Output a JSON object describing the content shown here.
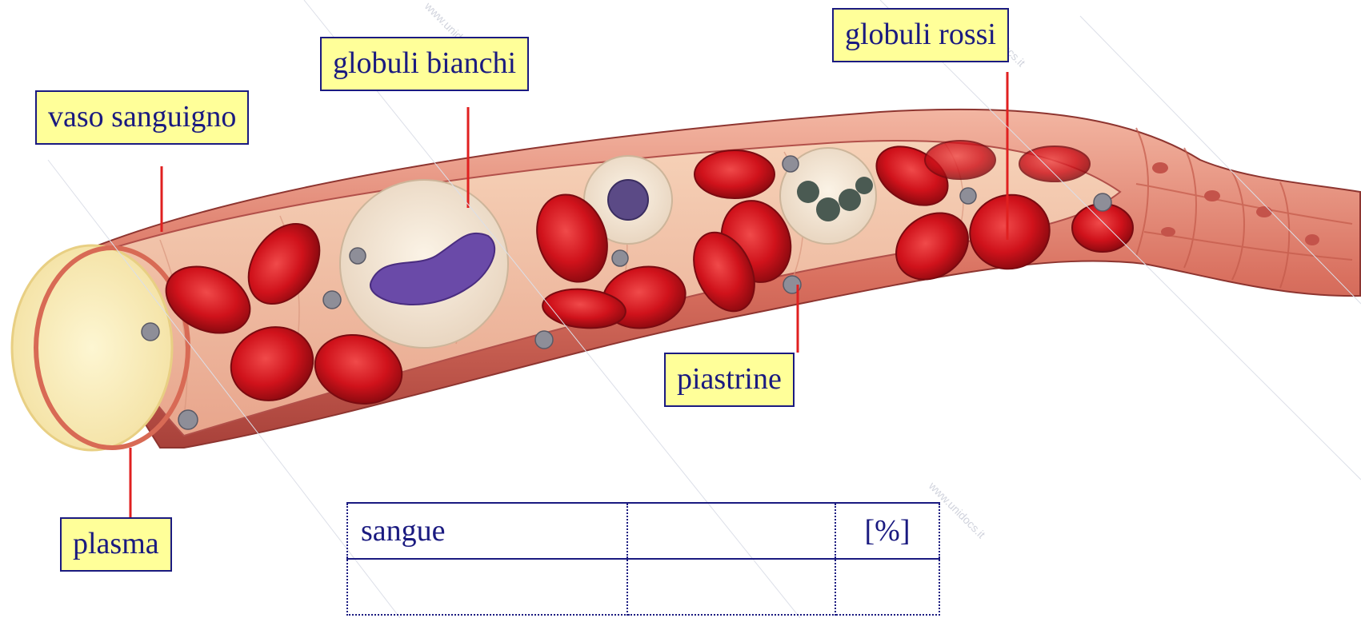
{
  "labels": {
    "vaso_sanguigno": "vaso sanguigno",
    "globuli_bianchi": "globuli bianchi",
    "globuli_rossi": "globuli rossi",
    "piastrine": "piastrine",
    "plasma": "plasma"
  },
  "table": {
    "headers": [
      "sangue",
      "",
      "[%]"
    ]
  },
  "watermark": "www.unidocs.it",
  "colors": {
    "label_background": "#ffff99",
    "label_text": "#1a1a80",
    "leader_line": "#e02020",
    "vessel_wall": "#c0504d",
    "red_blood_cell": "#d0121b",
    "white_blood_cell_nucleus": "#6a4aa8",
    "plasma": "#f8ecb0"
  }
}
